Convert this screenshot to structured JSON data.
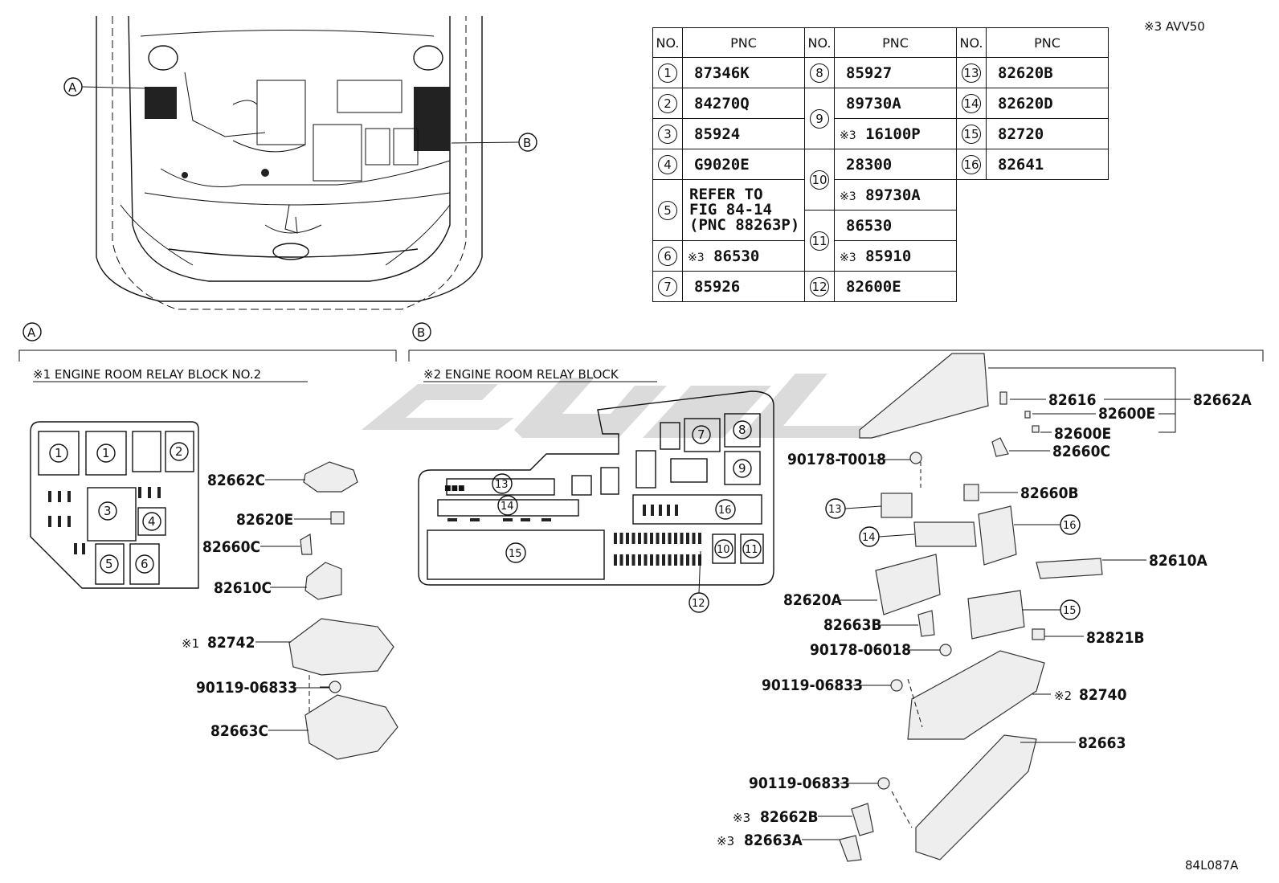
{
  "diagram_code": "84L087A",
  "note_top_right": "※3 AVV50",
  "table": {
    "headers": [
      "NO.",
      "PNC",
      "NO.",
      "PNC",
      "NO.",
      "PNC"
    ],
    "rows": [
      {
        "no": "1",
        "pnc": "87346K"
      },
      {
        "no": "2",
        "pnc": "84270Q"
      },
      {
        "no": "3",
        "pnc": "85924"
      },
      {
        "no": "4",
        "pnc": "G9020E"
      },
      {
        "no": "5",
        "pnc_lines": [
          "REFER TO",
          "FIG 84-14",
          "(PNC 88263P)"
        ]
      },
      {
        "no": "6",
        "note": "※3",
        "pnc": "86530"
      },
      {
        "no": "7",
        "pnc": "85926"
      },
      {
        "no": "8",
        "pnc": "85927"
      },
      {
        "no": "9",
        "pnc": "89730A",
        "note2": "※3",
        "pnc2": "16100P"
      },
      {
        "no": "10",
        "pnc": "28300",
        "note2": "※3",
        "pnc2": "89730A"
      },
      {
        "no": "11",
        "pnc": "86530",
        "note2": "※3",
        "pnc2": "85910"
      },
      {
        "no": "12",
        "pnc": "82600E"
      },
      {
        "no": "13",
        "pnc": "82620B"
      },
      {
        "no": "14",
        "pnc": "82620D"
      },
      {
        "no": "15",
        "pnc": "82720"
      },
      {
        "no": "16",
        "pnc": "82641"
      }
    ]
  },
  "views": {
    "a_marker": "A",
    "b_marker": "B",
    "a_title": "※1 ENGINE ROOM RELAY BLOCK NO.2",
    "b_title": "※2 ENGINE ROOM RELAY BLOCK"
  },
  "block_a_slots": [
    "1",
    "1",
    "2",
    "3",
    "4",
    "5",
    "6"
  ],
  "block_b_slots": [
    "7",
    "8",
    "9",
    "13",
    "14",
    "16",
    "15",
    "10",
    "11",
    "12"
  ],
  "left_parts": [
    {
      "label": "82662C"
    },
    {
      "label": "82620E"
    },
    {
      "label": "82660C"
    },
    {
      "label": "82610C"
    },
    {
      "note": "※1",
      "label": "82742"
    },
    {
      "label": "90119-06833"
    },
    {
      "label": "82663C"
    }
  ],
  "right_parts": {
    "p82616": "82616",
    "p82600E_1": "82600E",
    "p82600E_2": "82600E",
    "p82662A": "82662A",
    "p82660C": "82660C",
    "p90178T": "90178-T0018",
    "p82660B": "82660B",
    "c13": "13",
    "c14": "14",
    "c16": "16",
    "c15": "15",
    "p82610A": "82610A",
    "p82620A": "82620A",
    "p82663B": "82663B",
    "p82821B": "82821B",
    "p90178_06018": "90178-06018",
    "p90119_a": "90119-06833",
    "note_82740": "※2",
    "p82740": "82740",
    "p82663": "82663",
    "p90119_b": "90119-06833",
    "note_82662B": "※3",
    "p82662B": "82662B",
    "note_82663A": "※3",
    "p82663A": "82663A"
  }
}
